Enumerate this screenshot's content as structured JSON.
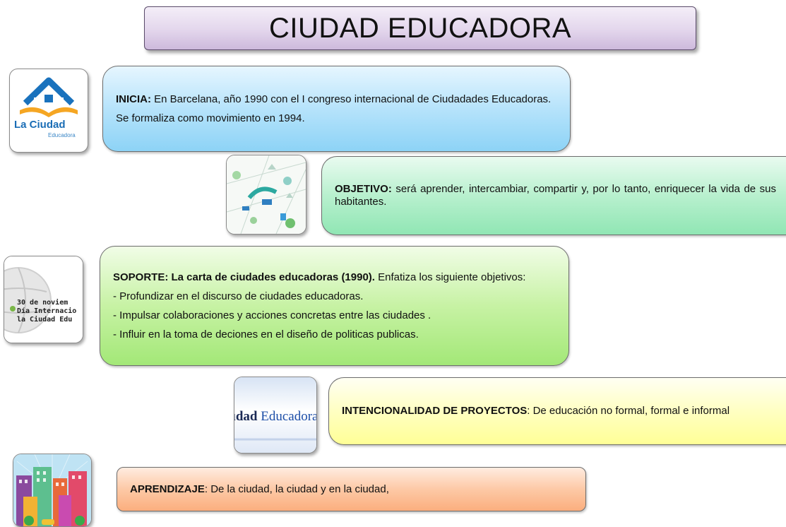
{
  "title": "CIUDAD EDUCADORA",
  "logo": {
    "main": "La Ciudad",
    "sub": "Educadora"
  },
  "announcement": {
    "line1": "30 de noviem",
    "line2": "Día Internacio",
    "line3": "la Ciudad Edu"
  },
  "brand_crop": {
    "part1": "iudad",
    "part2": "Educadora"
  },
  "cards": {
    "inicia": {
      "label": "INICIA:",
      "text": " En Barcelana, año 1990 con el I congreso internacional de Ciudadades Educadoras.",
      "text2": "Se formaliza como movimiento en 1994."
    },
    "objetivo": {
      "label": "OBJETIVO:",
      "text": " será aprender, intercambiar, compartir y, por lo tanto, enriquecer la vida de sus habitantes."
    },
    "soporte": {
      "label": "SOPORTE: La carta de ciudades educadoras (1990).",
      "text": " Enfatiza los siguiente objetivos:",
      "items": [
        "- Profundizar en el discurso de ciudades educadoras.",
        "- Impulsar colaboraciones y acciones concretas entre las ciudades .",
        "- Influir en la toma de deciones en el diseño de politicas publicas."
      ]
    },
    "intencionalidad": {
      "label": "INTENCIONALIDAD DE PROYECTOS",
      "text": ": De educación no formal, formal e informal"
    },
    "aprendizaje": {
      "label": "APRENDIZAJE",
      "text": ": De la ciudad, la ciudad y en la ciudad,"
    }
  }
}
